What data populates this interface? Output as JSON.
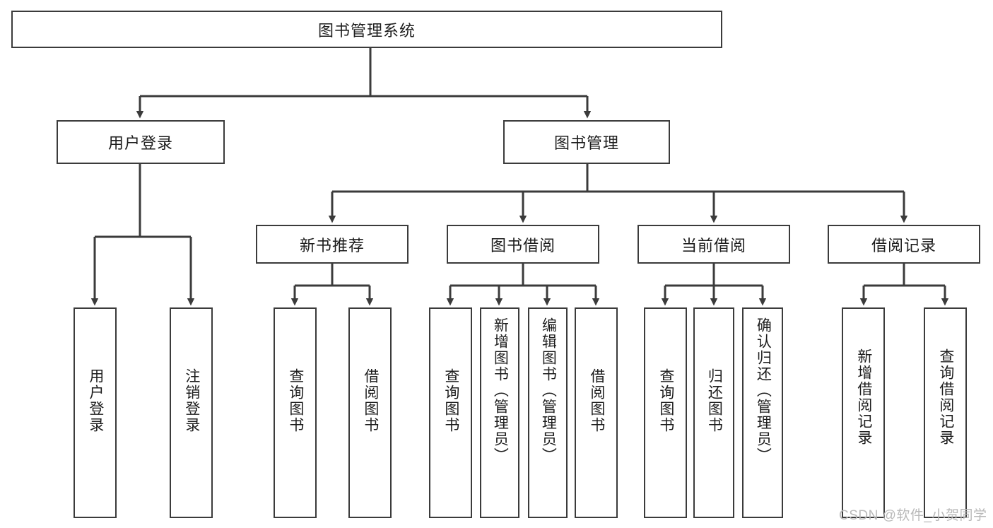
{
  "diagram": {
    "type": "tree-hierarchy-chart",
    "title": "图书管理系统",
    "root": {
      "label": "图书管理系统"
    },
    "level2": [
      {
        "id": "user-login",
        "label": "用户登录"
      },
      {
        "id": "book-management",
        "label": "图书管理"
      }
    ],
    "level3": [
      {
        "id": "new-book-recommend",
        "label": "新书推荐",
        "parent": "book-management"
      },
      {
        "id": "book-borrow",
        "label": "图书借阅",
        "parent": "book-management"
      },
      {
        "id": "current-borrow",
        "label": "当前借阅",
        "parent": "book-management"
      },
      {
        "id": "borrow-record",
        "label": "借阅记录",
        "parent": "book-management"
      }
    ],
    "leaves": [
      {
        "id": "leaf-user-login",
        "label": "用户登录",
        "parent": "user-login"
      },
      {
        "id": "leaf-logout-login",
        "label": "注销登录",
        "parent": "user-login"
      },
      {
        "id": "leaf-query-book-1",
        "label": "查询图书",
        "parent": "new-book-recommend"
      },
      {
        "id": "leaf-borrow-book-1",
        "label": "借阅图书",
        "parent": "new-book-recommend"
      },
      {
        "id": "leaf-query-book-2",
        "label": "查询图书",
        "parent": "book-borrow"
      },
      {
        "id": "leaf-add-book",
        "label": "新增图书（管理员）",
        "parent": "book-borrow"
      },
      {
        "id": "leaf-edit-book",
        "label": "编辑图书（管理员）",
        "parent": "book-borrow"
      },
      {
        "id": "leaf-borrow-book-2",
        "label": "借阅图书",
        "parent": "book-borrow"
      },
      {
        "id": "leaf-query-book-3",
        "label": "查询图书",
        "parent": "current-borrow"
      },
      {
        "id": "leaf-return-book",
        "label": "归还图书",
        "parent": "current-borrow"
      },
      {
        "id": "leaf-confirm-return",
        "label": "确认归还（管理员）",
        "parent": "current-borrow"
      },
      {
        "id": "leaf-add-record",
        "label": "新增借阅记录",
        "parent": "borrow-record"
      },
      {
        "id": "leaf-query-record",
        "label": "查询借阅记录",
        "parent": "borrow-record"
      }
    ],
    "colors": {
      "stroke": "#3b3b3b",
      "fill": "#ffffff",
      "text": "#1d1d1d",
      "watermark": "#b9b9b9"
    }
  },
  "watermark": {
    "text": "CSDN @软件_小贺同学"
  }
}
